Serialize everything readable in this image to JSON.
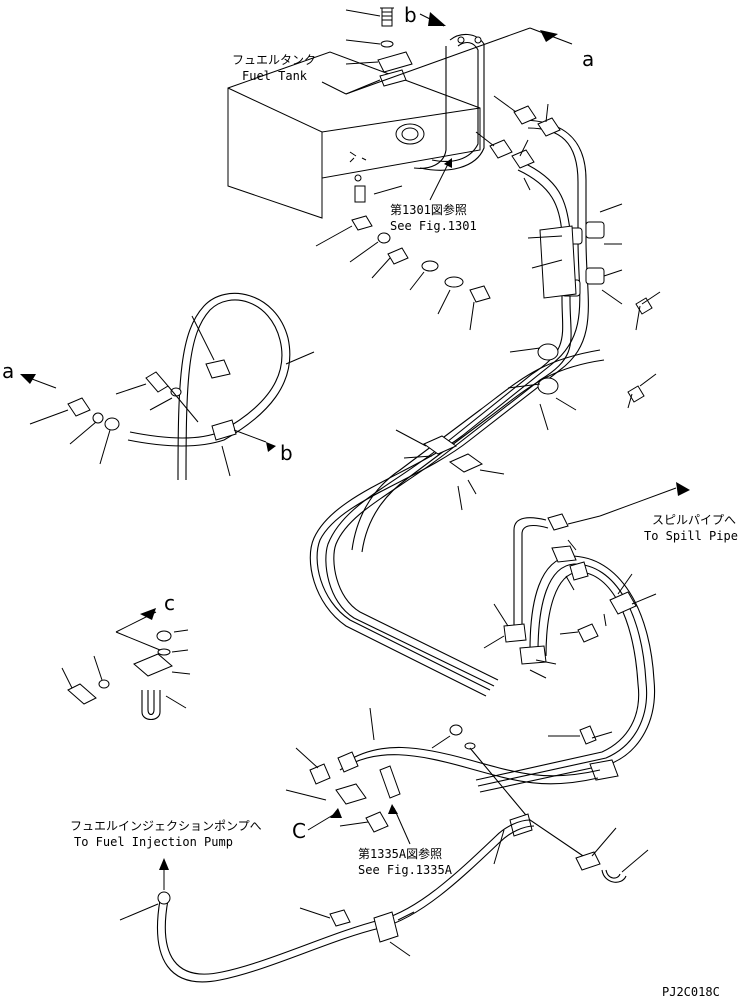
{
  "labels": {
    "fuel_tank_jp": "フュエルタンク",
    "fuel_tank_en": "Fuel Tank",
    "see_fig_1301_jp": "第1301図参照",
    "see_fig_1301_en": "See Fig.1301",
    "spill_pipe_jp": "スピルパイプへ",
    "spill_pipe_en": "To Spill Pipe",
    "inj_pump_jp": "フュエルインジェクションポンプへ",
    "inj_pump_en": "To Fuel Injection Pump",
    "see_fig_1335a_jp": "第1335A図参照",
    "see_fig_1335a_en": "See Fig.1335A",
    "drawing_code": "PJ2C018C"
  },
  "markers": {
    "a_top": "a",
    "a_left": "a",
    "b_top": "b",
    "b_mid": "b",
    "c_mid": "c",
    "c_bottom": "C"
  }
}
